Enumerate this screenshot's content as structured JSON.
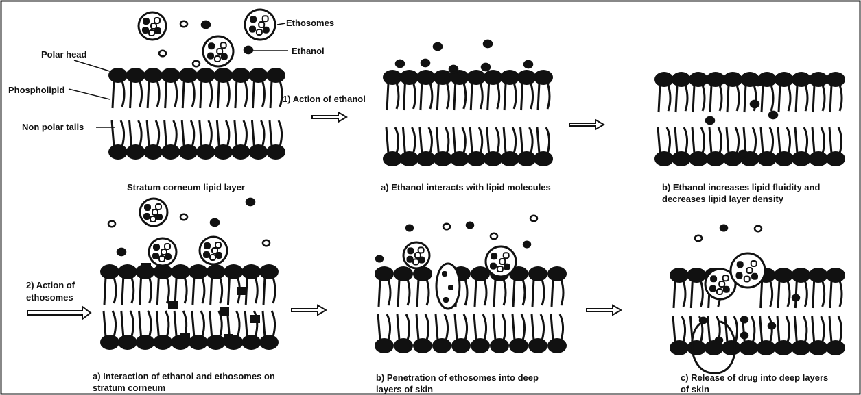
{
  "labels": {
    "ethosomes": "Ethosomes",
    "ethanol": "Ethanol",
    "polar_head": "Polar head",
    "phospholipid": "Phospholipid",
    "non_polar_tails": "Non polar tails",
    "action_ethanol": "1) Action of ethanol",
    "action_ethosomes_1": "2) Action of",
    "action_ethosomes_2": "ethosomes"
  },
  "captions": {
    "stratum": "Stratum corneum lipid layer",
    "a_top": "a) Ethanol interacts with lipid molecules",
    "b_top": "b) Ethanol increases lipid fluidity and decreases lipid layer density",
    "a_bottom": "a) Interaction of ethanol and ethosomes on stratum corneum",
    "b_bottom": "b) Penetration of ethosomes into deep layers of skin",
    "c_bottom": "c) Release of drug into deep layers of skin"
  },
  "colors": {
    "ink": "#111111",
    "background": "#ffffff"
  }
}
